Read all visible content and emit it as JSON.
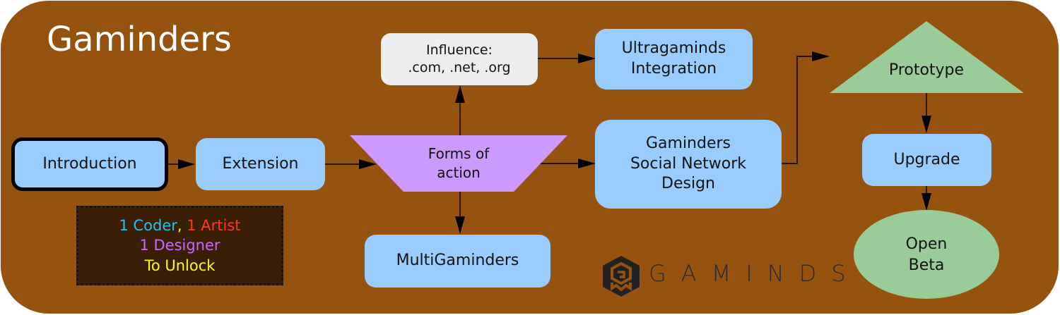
{
  "title": "Gaminders",
  "colors": {
    "background": "#96530f",
    "node_blue": "#99ccff",
    "node_gray": "#eeeeee",
    "node_purple": "#cc99ff",
    "node_green": "#99cc99",
    "unlock_bg": "#3a1e05",
    "coder": "#22c3ee",
    "artist": "#ff3b1f",
    "designer": "#cc66ff",
    "unlock_text": "#ffff00"
  },
  "nodes": {
    "introduction": "Introduction",
    "extension": "Extension",
    "forms_of_action": [
      "Forms of",
      "action"
    ],
    "influence": [
      "Influence:",
      ".com, .net, .org"
    ],
    "ultragaminds": [
      "Ultragaminds",
      "Integration"
    ],
    "social_network": [
      "Gaminders",
      "Social Network",
      "Design"
    ],
    "multigaminders": "MultiGaminders",
    "prototype": "Prototype",
    "upgrade": "Upgrade",
    "open_beta": [
      "Open",
      "Beta"
    ]
  },
  "edges": [
    {
      "from": "introduction",
      "to": "extension"
    },
    {
      "from": "extension",
      "to": "forms_of_action"
    },
    {
      "from": "forms_of_action",
      "to": "influence"
    },
    {
      "from": "forms_of_action",
      "to": "social_network"
    },
    {
      "from": "forms_of_action",
      "to": "multigaminders"
    },
    {
      "from": "influence",
      "to": "ultragaminds"
    },
    {
      "from": "social_network",
      "to": "prototype"
    },
    {
      "from": "prototype",
      "to": "upgrade"
    },
    {
      "from": "upgrade",
      "to": "open_beta"
    }
  ],
  "unlock": {
    "coder": "1 Coder",
    "comma": ",",
    "artist": "1 Artist",
    "designer": "1 Designer",
    "to_unlock": "To Unlock"
  },
  "logo": {
    "text": "GAMINDS",
    "icon": "gaminds-hexagon-logo"
  }
}
